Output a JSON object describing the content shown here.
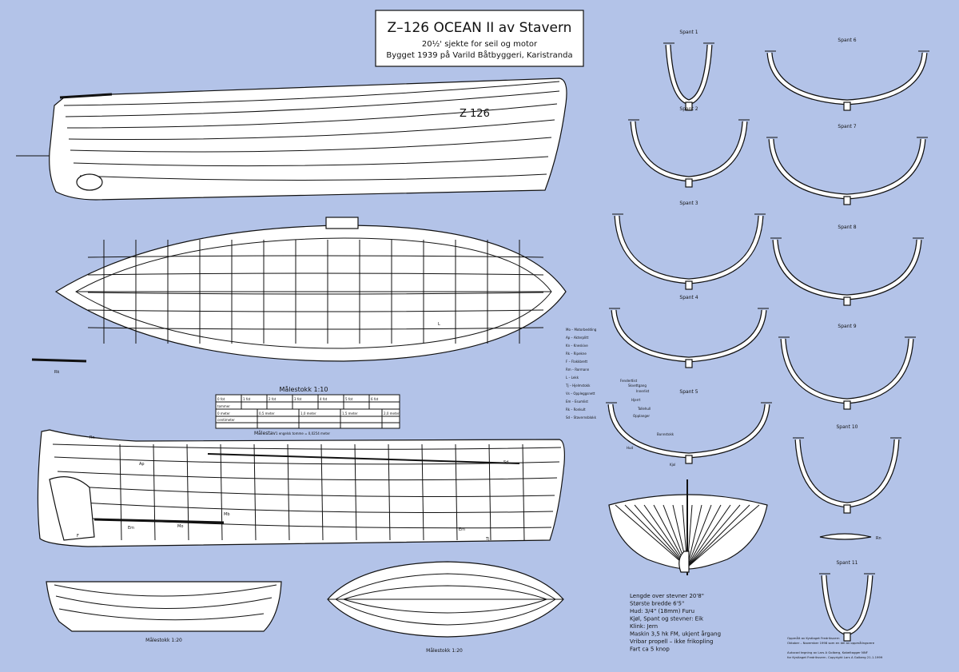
{
  "title": {
    "main": "Z–126 OCEAN II av Stavern",
    "line2": "20½' sjekte for seil og motor",
    "line3": "Bygget 1939 på Varild Båtbyggeri, Karistranda"
  },
  "hull_mark": "Z 126",
  "scale_bar": {
    "title": "Målestokk 1:10",
    "feet": [
      "0 fot",
      "1 fot",
      "2 fot",
      "3 fot",
      "4 fot",
      "5 fot",
      "6 fot"
    ],
    "row_inches": "tommer",
    "meters": [
      "0 meter",
      "0,5 meter",
      "1,0 meter",
      "1,5 meter",
      "2,0 meter"
    ],
    "row_cm": "centimeter",
    "note": "Målestav",
    "note_detail": "1 engelsk tomme = 0,0254 meter"
  },
  "scale_small_left": "Målestokk 1:20",
  "scale_small_mid": "Målestokk 1:20",
  "frames": [
    {
      "label": "Spant 1"
    },
    {
      "label": "Spant 2"
    },
    {
      "label": "Spant 3"
    },
    {
      "label": "Spant 4"
    },
    {
      "label": "Spant 5"
    },
    {
      "label": "Spant 6"
    },
    {
      "label": "Spant 7"
    },
    {
      "label": "Spant 8"
    },
    {
      "label": "Spant 9"
    },
    {
      "label": "Spant 10"
    },
    {
      "label": "Spant 11"
    }
  ],
  "legend": [
    "Mo – Motorbedding",
    "Ap – Akterplitt",
    "Kn – Kneskive",
    "Rk – Ripekne",
    "F – Flakkbrett",
    "Rm – Rormann",
    "L – Lekk",
    "Tj – Hjelmstokk",
    "Vs – Oppleggsnett",
    "Em – Esumlist",
    "Rk – Ronkult",
    "Sd – Stavernsblokk"
  ],
  "frame5_labels": [
    "Fendertlist",
    "Skvettgang",
    "Innerlist",
    "Hjerrt",
    "Tollehull",
    "Opplanger",
    "Bunnstokk",
    "Kjol",
    "Hud"
  ],
  "annotations": {
    "rn": "Rn",
    "mo": "Mo",
    "ap": "Ap",
    "sd": "Sd",
    "tj": "Tj",
    "em": "Em",
    "mb": "Mb",
    "f": "F",
    "l": "L",
    "rk": "Rk",
    "bs": "Bs"
  },
  "specs": [
    "Lengde over stevner 20'8\"",
    "Største bredde 6'5\"",
    "Hud: 3/4\" (18mm) Furu",
    "Kjøl, Spant og stevner: Eik",
    "Klink: Jern",
    "Maskin 3,5 hk FM, ukjent årgang",
    "Vribar propell – ikke frikopling",
    "Fart ca 5 knop"
  ],
  "credits": [
    "Oppmålt av Kystlaget Fredriksvern",
    "Oktober – November 1998 som en del av oppmålingsrere",
    "Autocad tegning av Lars A Golberg, Kabeltagger NNF",
    "for Kystlaget Fredriksvern. Copyright Lars A Golberg 21.1.1999"
  ]
}
